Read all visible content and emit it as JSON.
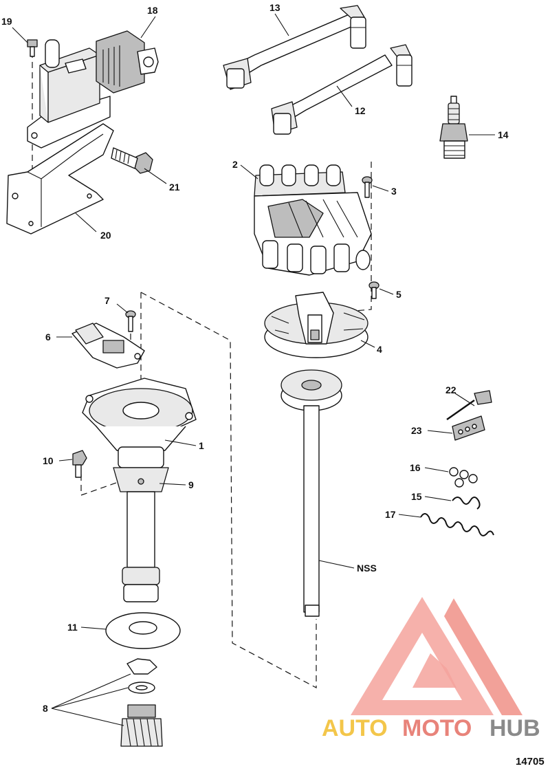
{
  "callouts": {
    "c1": "1",
    "c2": "2",
    "c3": "3",
    "c4": "4",
    "c5": "5",
    "c6": "6",
    "c7": "7",
    "c8": "8",
    "c9": "9",
    "c10": "10",
    "c11": "11",
    "c12": "12",
    "c13": "13",
    "c14": "14",
    "c15": "15",
    "c16": "16",
    "c17": "17",
    "c18": "18",
    "c19": "19",
    "c20": "20",
    "c21": "21",
    "c22": "22",
    "c23": "23",
    "nss": "NSS"
  },
  "figure_number": "14705",
  "watermark": {
    "part1": "AUTO",
    "part2": "MOTO",
    "part3": "HUB",
    "color_auto": "#f3c64a",
    "color_moto": "#e8837a",
    "color_hub": "#8a8a8a",
    "logo_color": "#ef8a80"
  }
}
